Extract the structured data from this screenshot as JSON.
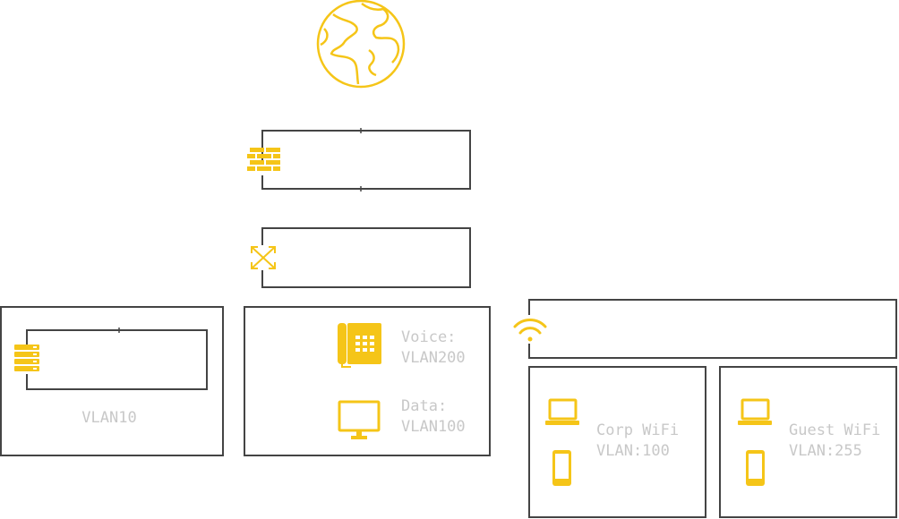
{
  "colors": {
    "accent": "#F5C518",
    "box_stroke": "#444444",
    "label": "#C8C8C8",
    "background": "#FFFFFF"
  },
  "icons": {
    "internet": "globe-icon",
    "firewall": "firewall-icon",
    "switch": "switch-icon",
    "wireless": "wifi-icon",
    "servers": "server-rack-icon",
    "phone": "desk-phone-icon",
    "desktop": "monitor-icon",
    "laptop": "laptop-icon",
    "mobile": "smartphone-icon"
  },
  "labels": {
    "server_vlan": "VLAN10",
    "voice_line1": "Voice:",
    "voice_line2": "VLAN200",
    "data_line1": "Data:",
    "data_line2": "VLAN100",
    "corp_line1": "Corp WiFi",
    "corp_line2": "VLAN:100",
    "guest_line1": "Guest WiFi",
    "guest_line2": "VLAN:255"
  }
}
